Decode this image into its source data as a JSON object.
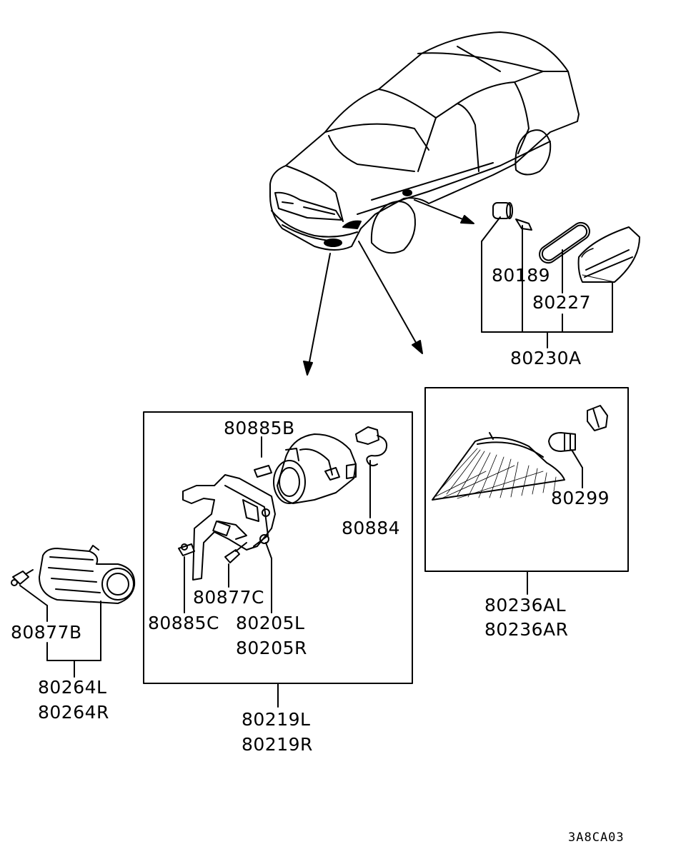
{
  "labels": {
    "p80189": "80189",
    "p80227": "80227",
    "p80230A": "80230A",
    "p80885B": "80885B",
    "p80884": "80884",
    "p80299": "80299",
    "p80236AL": "80236AL",
    "p80236AR": "80236AR",
    "p80877C": "80877C",
    "p80885C": "80885C",
    "p80205L": "80205L",
    "p80205R": "80205R",
    "p80877B": "80877B",
    "p80264L": "80264L",
    "p80264R": "80264R",
    "p80219L": "80219L",
    "p80219R": "80219R"
  },
  "figure_code": "3A8CA03"
}
